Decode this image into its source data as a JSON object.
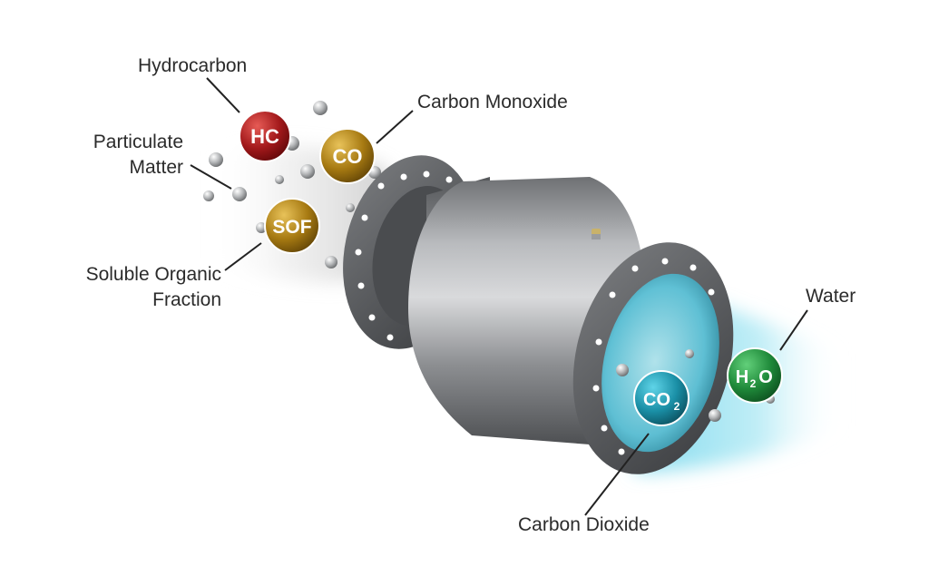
{
  "labels": {
    "hydrocarbon": "Hydrocarbon",
    "carbon_monoxide": "Carbon Monoxide",
    "particulate_line1": "Particulate",
    "particulate_line2": "Matter",
    "sof_line1": "Soluble Organic",
    "sof_line2": "Fraction",
    "water": "Water",
    "carbon_dioxide": "Carbon Dioxide"
  },
  "molecules": {
    "hc": "HC",
    "co": "CO",
    "sof": "SOF",
    "co2_main": "CO",
    "co2_sub": "2",
    "h2o_h": "H",
    "h2o_sub": "2",
    "h2o_o": "O"
  },
  "colors": {
    "hc": "#a3191b",
    "co": "#a77a12",
    "sof": "#a77a12",
    "co2": "#1a8fa6",
    "h2o": "#1f8a3a",
    "steel": "#8a8c8f",
    "exhaust_glow": "#5fd0e6"
  }
}
